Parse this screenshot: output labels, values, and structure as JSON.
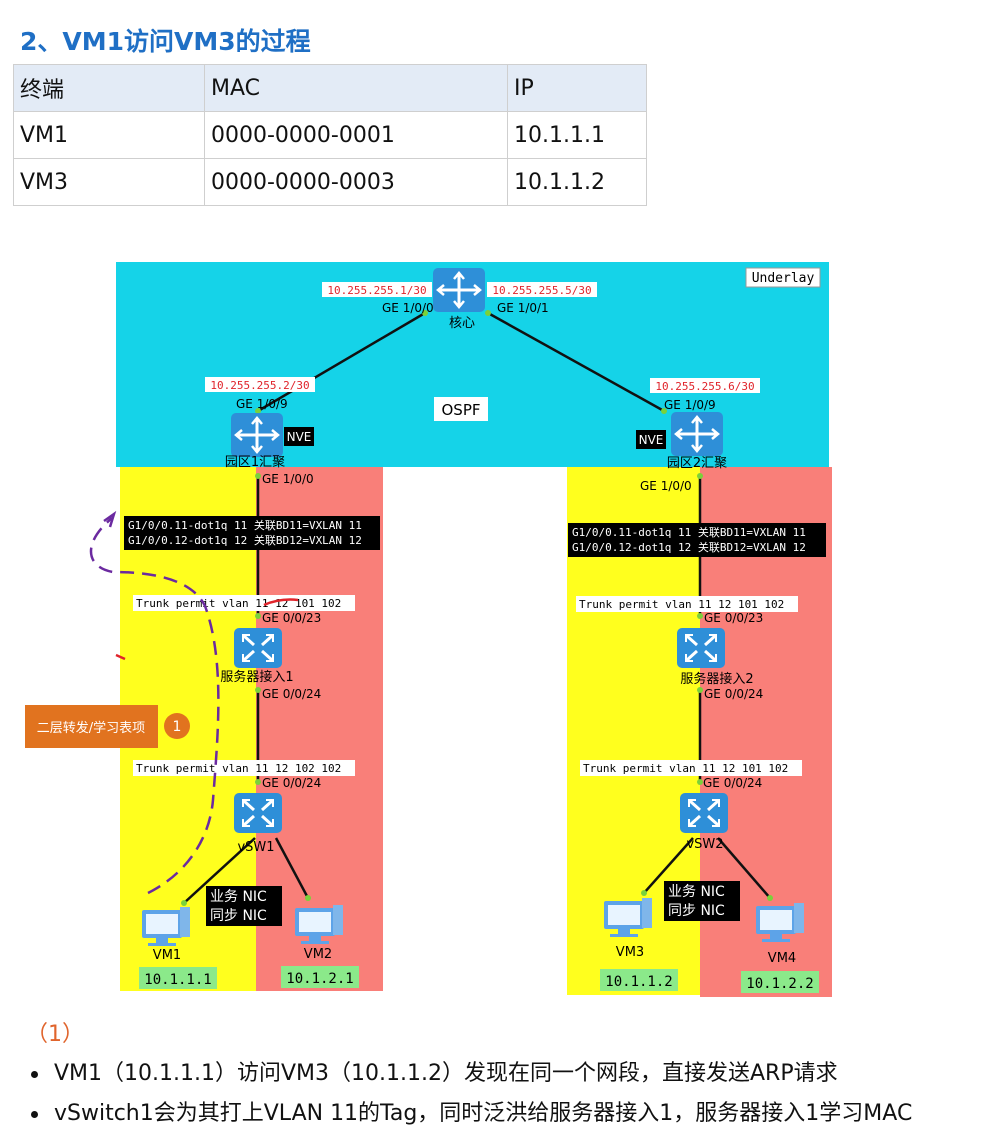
{
  "heading": "2、VM1访问VM3的过程",
  "table": {
    "headers": [
      "终端",
      "MAC",
      "IP"
    ],
    "rows": [
      [
        "VM1",
        "0000-0000-0001",
        "10.1.1.1"
      ],
      [
        "VM3",
        "0000-0000-0003",
        "10.1.1.2"
      ]
    ]
  },
  "diagram": {
    "underlay_label": "Underlay",
    "ospf_label": "OSPF",
    "core": {
      "name": "核心",
      "ip_left": "10.255.255.1/30",
      "ip_right": "10.255.255.5/30",
      "port_left": "GE 1/0/0",
      "port_right": "GE 1/0/1"
    },
    "agg1": {
      "name": "园区1汇聚",
      "ip": "10.255.255.2/30",
      "port_up": "GE 1/0/9",
      "port_down": "GE 1/0/0",
      "nve": "NVE",
      "sub1": "G1/0/0.11-dot1q 11 关联BD11=VXLAN 11",
      "sub2": "G1/0/0.12-dot1q 12 关联BD12=VXLAN 12"
    },
    "agg2": {
      "name": "园区2汇聚",
      "ip": "10.255.255.6/30",
      "port_up": "GE 1/0/9",
      "port_down": "GE 1/0/0",
      "nve": "NVE",
      "sub1": "G1/0/0.11-dot1q 11 关联BD11=VXLAN 11",
      "sub2": "G1/0/0.12-dot1q 12 关联BD12=VXLAN 12"
    },
    "acc1": {
      "name": "服务器接入1",
      "trunk_up": "Trunk permit vlan 11 12 101 102",
      "port_up": "GE 0/0/23",
      "port_down": "GE 0/0/24"
    },
    "acc2": {
      "name": "服务器接入2",
      "trunk_up": "Trunk permit vlan 11 12 101 102",
      "port_up": "GE 0/0/23",
      "port_down": "GE 0/0/24"
    },
    "vsw1": {
      "name": "vSW1",
      "trunk": "Trunk permit vlan 11 12 102 102",
      "port": "GE 0/0/24",
      "nic1": "业务 NIC",
      "nic2": "同步 NIC"
    },
    "vsw2": {
      "name": "vSW2",
      "trunk": "Trunk permit vlan 11 12 101 102",
      "port": "GE 0/0/24",
      "nic1": "业务 NIC",
      "nic2": "同步 NIC"
    },
    "vm1": {
      "name": "VM1",
      "ip": "10.1.1.1"
    },
    "vm2": {
      "name": "VM2",
      "ip": "10.1.2.1"
    },
    "vm3": {
      "name": "VM3",
      "ip": "10.1.1.2"
    },
    "vm4": {
      "name": "VM4",
      "ip": "10.1.2.2"
    },
    "step_box": "二层转发/学习表项",
    "step_num": "1"
  },
  "section_label": "（1）",
  "notes": [
    "VM1（10.1.1.1）访问VM3（10.1.1.2）发现在同一个网段，直接发送ARP请求",
    "vSwitch1会为其打上VLAN 11的Tag，同时泛洪给服务器接入1，服务器接入1学习MAC"
  ]
}
